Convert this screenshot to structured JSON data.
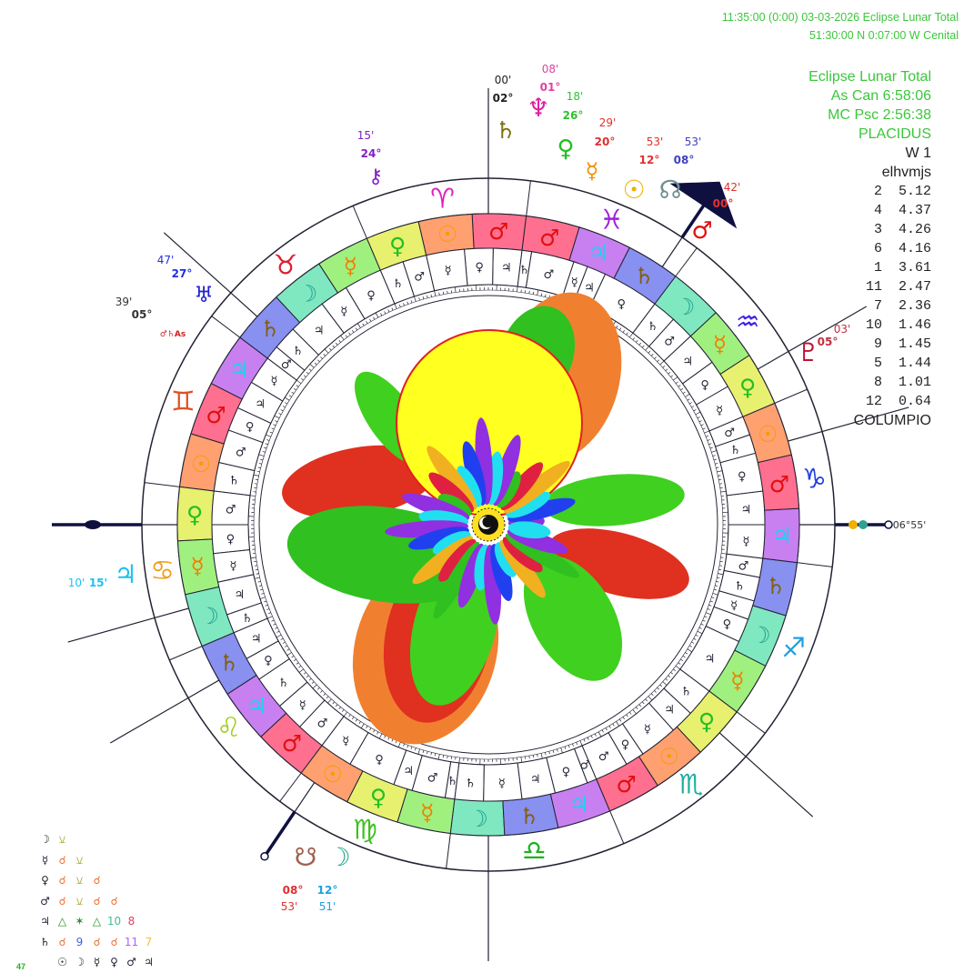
{
  "header": {
    "line1": "11:35:00 (0:00) 03-03-2026  Eclipse Lunar Total",
    "line2": "51:30:00 N  0:07:00 W  Cenital"
  },
  "info": {
    "title": "Eclipse Lunar Total",
    "asc": "As Can   6:58:06",
    "mc": "MC Psc   2:56:38",
    "system": "PLACIDUS",
    "w": "W 1",
    "code": "elhvmjs",
    "ranking": [
      {
        "house": "2",
        "value": "5.12"
      },
      {
        "house": "4",
        "value": "4.37"
      },
      {
        "house": "3",
        "value": "4.26"
      },
      {
        "house": "6",
        "value": "4.16"
      },
      {
        "house": "1",
        "value": "3.61"
      },
      {
        "house": "11",
        "value": "2.47"
      },
      {
        "house": "7",
        "value": "2.36"
      },
      {
        "house": "10",
        "value": "1.46"
      },
      {
        "house": "9",
        "value": "1.45"
      },
      {
        "house": "5",
        "value": "1.44"
      },
      {
        "house": "8",
        "value": "1.01"
      },
      {
        "house": "12",
        "value": "0.64"
      }
    ],
    "footer": "COLUMPIO"
  },
  "signs": [
    {
      "glyph": "♈",
      "color": "#e020c0"
    },
    {
      "glyph": "♉",
      "color": "#e02030"
    },
    {
      "glyph": "♊",
      "color": "#e05020"
    },
    {
      "glyph": "♋",
      "color": "#f0a020"
    },
    {
      "glyph": "♌",
      "color": "#a0d020"
    },
    {
      "glyph": "♍",
      "color": "#40c020"
    },
    {
      "glyph": "♎",
      "color": "#20b020"
    },
    {
      "glyph": "♏",
      "color": "#20b0a0"
    },
    {
      "glyph": "♐",
      "color": "#20a0e0"
    },
    {
      "glyph": "♑",
      "color": "#2040e0"
    },
    {
      "glyph": "♒",
      "color": "#4020e0"
    },
    {
      "glyph": "♓",
      "color": "#a020e0"
    }
  ],
  "decans": [
    "♂",
    "☉",
    "♀",
    "☿",
    "☽",
    "♄",
    "♃",
    "♂",
    "☉",
    "♀",
    "☿",
    "☽",
    "♄",
    "♃",
    "♂",
    "☉",
    "♀",
    "☿",
    "☽",
    "♄",
    "♃",
    "♂",
    "☉",
    "♀",
    "☿",
    "☽",
    "♄",
    "♃",
    "♂",
    "☉",
    "♀",
    "☿",
    "☽",
    "♄",
    "♃",
    "♂"
  ],
  "terms": [
    [
      [
        "♃",
        6
      ],
      [
        "♀",
        6
      ],
      [
        "☿",
        8
      ],
      [
        "♂",
        5
      ],
      [
        "♄",
        5
      ]
    ],
    [
      [
        "♀",
        8
      ],
      [
        "☿",
        6
      ],
      [
        "♃",
        8
      ],
      [
        "♄",
        5
      ],
      [
        "♂",
        3
      ]
    ],
    [
      [
        "☿",
        6
      ],
      [
        "♃",
        6
      ],
      [
        "♀",
        5
      ],
      [
        "♂",
        7
      ],
      [
        "♄",
        6
      ]
    ],
    [
      [
        "♂",
        7
      ],
      [
        "♀",
        6
      ],
      [
        "☿",
        6
      ],
      [
        "♃",
        7
      ],
      [
        "♄",
        4
      ]
    ],
    [
      [
        "♃",
        6
      ],
      [
        "♀",
        5
      ],
      [
        "♄",
        7
      ],
      [
        "☿",
        6
      ],
      [
        "♂",
        6
      ]
    ],
    [
      [
        "☿",
        7
      ],
      [
        "♀",
        10
      ],
      [
        "♃",
        4
      ],
      [
        "♂",
        7
      ],
      [
        "♄",
        2
      ]
    ],
    [
      [
        "♄",
        6
      ],
      [
        "☿",
        8
      ],
      [
        "♃",
        7
      ],
      [
        "♀",
        7
      ],
      [
        "♂",
        2
      ]
    ],
    [
      [
        "♂",
        7
      ],
      [
        "♀",
        4
      ],
      [
        "☿",
        8
      ],
      [
        "♃",
        5
      ],
      [
        "♄",
        6
      ]
    ],
    [
      [
        "♃",
        12
      ],
      [
        "♀",
        5
      ],
      [
        "☿",
        4
      ],
      [
        "♄",
        5
      ],
      [
        "♂",
        4
      ]
    ],
    [
      [
        "☿",
        7
      ],
      [
        "♃",
        7
      ],
      [
        "♀",
        8
      ],
      [
        "♄",
        4
      ],
      [
        "♂",
        4
      ]
    ],
    [
      [
        "☿",
        7
      ],
      [
        "♀",
        6
      ],
      [
        "♃",
        7
      ],
      [
        "♂",
        5
      ],
      [
        "♄",
        5
      ]
    ],
    [
      [
        "♀",
        12
      ],
      [
        "♃",
        4
      ],
      [
        "☿",
        3
      ],
      [
        "♂",
        9
      ],
      [
        "♄",
        2
      ]
    ]
  ],
  "planet_colors": {
    "☉": "#f0a000",
    "☽": "#20a090",
    "☿": "#f08000",
    "♀": "#20c020",
    "♂": "#e01010",
    "♃": "#20d0f0",
    "♄": "#806010"
  },
  "planets": {
    "neptune": {
      "glyph": "♆",
      "deg": "01°",
      "min": "08'"
    },
    "saturn": {
      "glyph": "♄",
      "deg": "02°",
      "min": "00'"
    },
    "venus": {
      "glyph": "♀",
      "deg": "26°",
      "min": "18'"
    },
    "mercury": {
      "glyph": "☿",
      "deg": "20°",
      "min": "29'"
    },
    "sun": {
      "glyph": "☉",
      "deg": "12°",
      "min": "53'"
    },
    "node": {
      "glyph": "☊",
      "deg": "08°",
      "min": "53'"
    },
    "mars": {
      "glyph": "♂",
      "deg": "00°",
      "min": "42'"
    },
    "pluto": {
      "glyph": "♇",
      "deg": "05°",
      "min": "03'"
    },
    "chiron": {
      "glyph": "⚷",
      "deg": "24°",
      "min": "15'"
    },
    "uranus": {
      "glyph": "♅",
      "deg": "27°",
      "min": "47'"
    },
    "point": {
      "glyph": "♂♄As",
      "deg": "05°",
      "min": "39'"
    },
    "jupiter": {
      "glyph": "♃",
      "deg": "15'",
      "min": "10'"
    },
    "south_node": {
      "glyph": "☋",
      "deg": "08°",
      "min": "53'"
    },
    "moon": {
      "glyph": "☽",
      "deg": "12°",
      "min": "51'"
    },
    "dsc": {
      "label": "06°55'"
    }
  },
  "aspects": {
    "rows": [
      {
        "planet": "☽",
        "cells": [
          [
            "⚺",
            "#a0a020"
          ]
        ]
      },
      {
        "planet": "☿",
        "cells": [
          [
            "☌",
            "#f07030"
          ],
          [
            "⚺",
            "#a0a020"
          ]
        ]
      },
      {
        "planet": "♀",
        "cells": [
          [
            "☌",
            "#f07030"
          ],
          [
            "⚺",
            "#a0a020"
          ],
          [
            "☌",
            "#f07030"
          ]
        ]
      },
      {
        "planet": "♂",
        "cells": [
          [
            "☌",
            "#f07030"
          ],
          [
            "⚺",
            "#a0a020"
          ],
          [
            "☌",
            "#f07030"
          ],
          [
            "☌",
            "#f07030"
          ]
        ]
      },
      {
        "planet": "♃",
        "cells": [
          [
            "△",
            "#209020"
          ],
          [
            "✶",
            "#209020"
          ],
          [
            "△",
            "#209020"
          ],
          [
            "10",
            "#40c090"
          ],
          [
            "8",
            "#e04060"
          ]
        ]
      },
      {
        "planet": "♄",
        "cells": [
          [
            "☌",
            "#f07030"
          ],
          [
            "9",
            "#4060e0"
          ],
          [
            "☌",
            "#f07030"
          ],
          [
            "☌",
            "#f07030"
          ],
          [
            "11",
            "#b060f0"
          ],
          [
            "7",
            "#f0c040"
          ]
        ]
      }
    ],
    "footer": [
      "☉",
      "☽",
      "☿",
      "♀",
      "♂",
      "♃"
    ]
  },
  "corner_number": "47"
}
